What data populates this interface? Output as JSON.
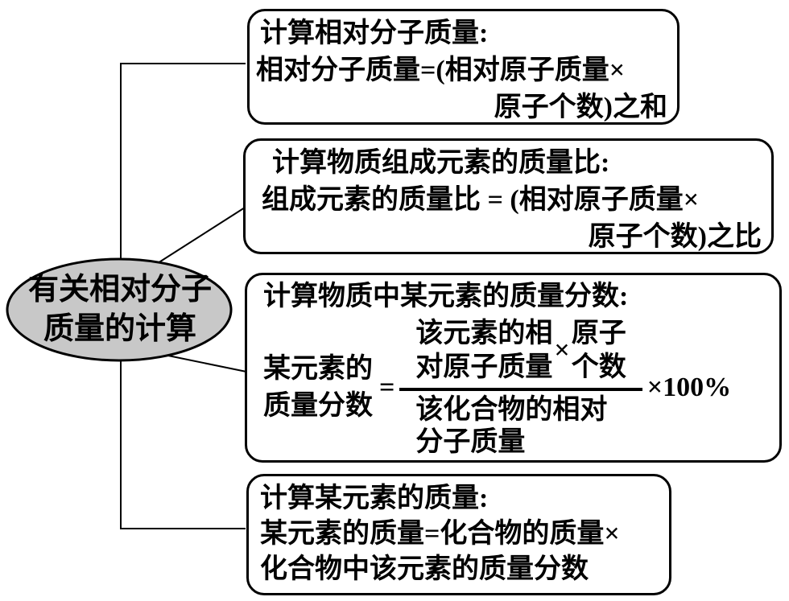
{
  "root_node": {
    "line1": "有关相对分子",
    "line2": "质量的计算"
  },
  "boxes": [
    {
      "id": "molecular-mass",
      "title": "计算相对分子质量:",
      "line2": "相对分子质量=(相对原子质量×",
      "line3": "原子个数)之和"
    },
    {
      "id": "element-mass-ratio",
      "title": "计算物质组成元素的质量比:",
      "line2": "组成元素的质量比 = (相对原子质量×",
      "line3": "原子个数)之比"
    },
    {
      "id": "element-mass-fraction",
      "title": "计算物质中某元素的质量分数:",
      "formula": {
        "lhs_line1": "某元素的",
        "lhs_line2": "质量分数",
        "equals": "=",
        "num_left_line1": "该元素的相",
        "num_left_line2": "对原子质量",
        "times": "×",
        "num_right_line1": "原子",
        "num_right_line2": "个数",
        "den_line1": "该化合物的相对",
        "den_line2": "分子质量",
        "suffix": "×100%"
      }
    },
    {
      "id": "element-mass",
      "title": "计算某元素的质量:",
      "line2": "某元素的质量=化合物的质量×",
      "line3": "化合物中该元素的质量分数"
    }
  ],
  "colors": {
    "ellipse_fill": "#c8c8c8",
    "stroke": "#000000",
    "background": "#ffffff"
  }
}
